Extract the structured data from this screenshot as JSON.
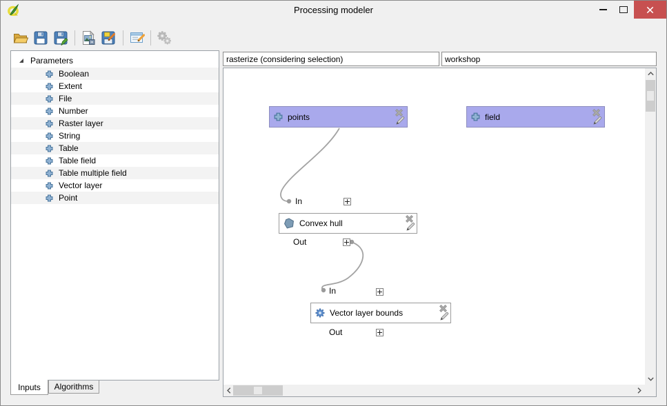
{
  "window": {
    "title": "Processing modeler",
    "controls": [
      "minimize-icon",
      "maximize-icon",
      "close-icon"
    ]
  },
  "toolbar": {
    "icons": [
      "open-model-icon",
      "save-model-icon",
      "save-model-as-icon",
      "export-as-image-icon",
      "export-as-python-icon",
      "edit-model-help-icon",
      "run-model-icon"
    ]
  },
  "model": {
    "name": "rasterize (considering selection)",
    "group": "workshop"
  },
  "sidebar": {
    "root_label": "Parameters",
    "items": [
      "Boolean",
      "Extent",
      "File",
      "Number",
      "Raster layer",
      "String",
      "Table",
      "Table field",
      "Table multiple field",
      "Vector layer",
      "Point"
    ],
    "tabs": [
      "Inputs",
      "Algorithms"
    ]
  },
  "canvas": {
    "labels": {
      "in": "In",
      "out": "Out"
    },
    "inputs": [
      {
        "label": "points"
      },
      {
        "label": "field"
      }
    ],
    "algorithms": [
      {
        "label": "Convex hull"
      },
      {
        "label": "Vector layer bounds"
      }
    ],
    "connections": [
      "points -> Convex hull In",
      "Convex hull Out -> Vector layer bounds In"
    ]
  },
  "colors": {
    "input_node": "#a9a9ec",
    "close_button": "#c75050",
    "connection": "#a3a3a3"
  }
}
